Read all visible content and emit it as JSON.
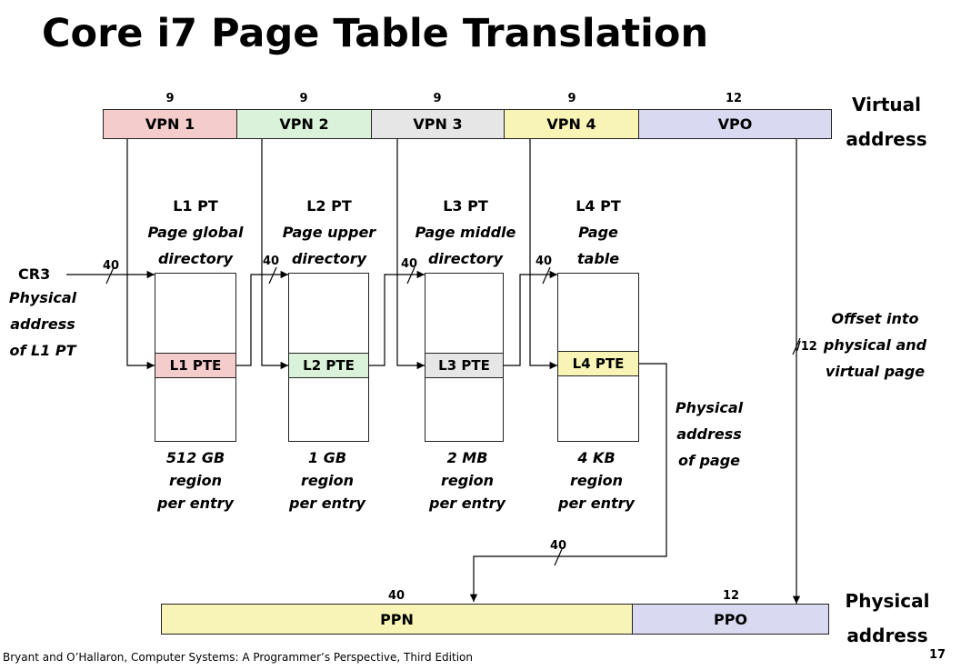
{
  "title": "Core i7 Page Table Translation",
  "virtual_address": {
    "side_label_line1": "Virtual",
    "side_label_line2": "address",
    "fields": [
      {
        "label": "VPN 1",
        "bits": "9",
        "color": "#f4cccc"
      },
      {
        "label": "VPN 2",
        "bits": "9",
        "color": "#d9f2d9"
      },
      {
        "label": "VPN 3",
        "bits": "9",
        "color": "#e6e6e6"
      },
      {
        "label": "VPN 4",
        "bits": "9",
        "color": "#f7f4b5"
      },
      {
        "label": "VPO",
        "bits": "12",
        "color": "#d9d9f2"
      }
    ]
  },
  "cr3": {
    "name": "CR3",
    "desc_line1": "Physical",
    "desc_line2": "address",
    "desc_line3": "of L1 PT"
  },
  "tables": [
    {
      "name": "L1 PT",
      "desc_line1": "Page global",
      "desc_line2": "directory",
      "pte": "L1 PTE",
      "pte_color": "#f4cccc",
      "input_bits": "40",
      "region_line1": "512 GB",
      "region_line2": "region",
      "region_line3": "per entry"
    },
    {
      "name": "L2 PT",
      "desc_line1": "Page upper",
      "desc_line2": "directory",
      "pte": "L2 PTE",
      "pte_color": "#d9f2d9",
      "input_bits": "40",
      "region_line1": "1 GB",
      "region_line2": "region",
      "region_line3": "per entry"
    },
    {
      "name": "L3 PT",
      "desc_line1": "Page middle",
      "desc_line2": "directory",
      "pte": "L3 PTE",
      "pte_color": "#e6e6e6",
      "input_bits": "40",
      "region_line1": "2 MB",
      "region_line2": "region",
      "region_line3": "per entry"
    },
    {
      "name": "L4 PT",
      "desc_line1": "Page",
      "desc_line2": "table",
      "pte": "L4 PTE",
      "pte_color": "#f7f4b5",
      "input_bits": "40",
      "region_line1": "4 KB",
      "region_line2": "region",
      "region_line3": "per entry"
    }
  ],
  "offset_note": {
    "bits": "12",
    "line1": "Offset into",
    "line2": "physical and",
    "line3": "virtual page"
  },
  "page_address_note": {
    "bits": "40",
    "line1": "Physical",
    "line2": "address",
    "line3": "of page"
  },
  "physical_address": {
    "side_label_line1": "Physical",
    "side_label_line2": "address",
    "fields": [
      {
        "label": "PPN",
        "bits": "40",
        "color": "#f7f4b5"
      },
      {
        "label": "PPO",
        "bits": "12",
        "color": "#d9d9f2"
      }
    ]
  },
  "footer": "Bryant and O’Hallaron, Computer Systems: A Programmer’s Perspective, Third Edition",
  "page_number": "17"
}
